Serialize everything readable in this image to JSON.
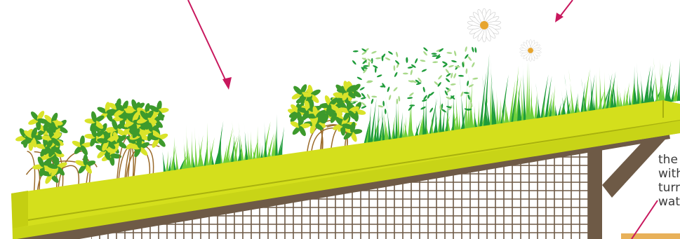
{
  "annotation": {
    "lines": [
      "the",
      "with",
      "turn",
      "wat"
    ]
  },
  "colors": {
    "roof": "#d4df1c",
    "roof_edge": "#a8b10e",
    "frame": "#6e5a46",
    "mesh": "#6e5a46",
    "grass_dark": "#1f9c3a",
    "grass_light": "#6fcf3a",
    "shrub_leaf": "#d9e32a",
    "shrub_leaf_dark": "#3d9a2c",
    "arrow": "#c8175d",
    "flower_petal": "#ffffff",
    "flower_center": "#e7a52e",
    "wood": "#e8b15a"
  },
  "icons": [
    "arrow-left",
    "arrow-right",
    "arrow-annotation",
    "daisy-flower",
    "shrub"
  ]
}
